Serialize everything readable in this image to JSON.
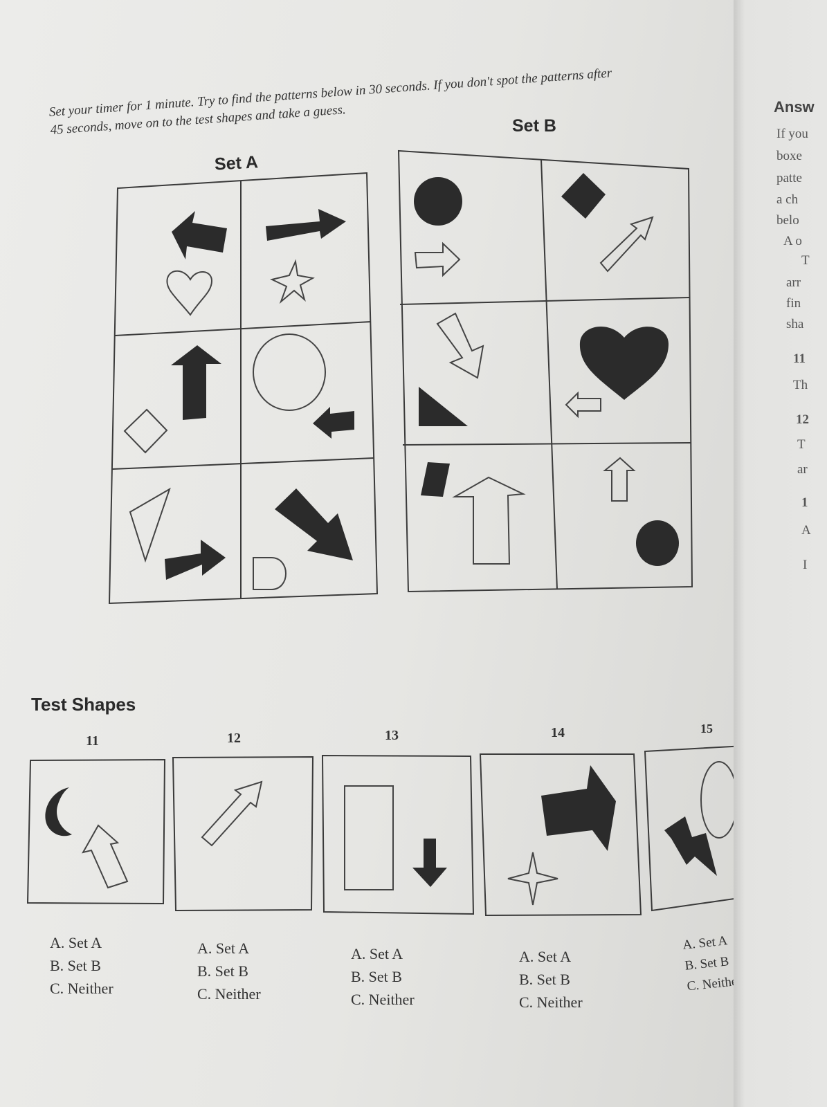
{
  "instructions": {
    "line1": "Set your timer for 1 minute. Try to find the patterns below in 30 seconds. If you don't spot the patterns after",
    "line2": "45 seconds, move on to the test shapes and take a guess."
  },
  "set_a": {
    "title": "Set A"
  },
  "set_b": {
    "title": "Set B"
  },
  "test_shapes": {
    "title": "Test Shapes",
    "items": [
      {
        "number": "11",
        "options": [
          "A.  Set A",
          "B.  Set B",
          "C.  Neither"
        ]
      },
      {
        "number": "12",
        "options": [
          "A.  Set A",
          "B.  Set B",
          "C.  Neither"
        ]
      },
      {
        "number": "13",
        "options": [
          "A.  Set A",
          "B.  Set B",
          "C.  Neither"
        ]
      },
      {
        "number": "14",
        "options": [
          "A.  Set A",
          "B.  Set B",
          "C.  Neither"
        ]
      },
      {
        "number": "15",
        "options": [
          "A.  Set A",
          "B.  Set B",
          "C.  Neither"
        ]
      }
    ]
  },
  "facing_page": {
    "heading": "Answ",
    "lines": [
      "If you",
      "boxe",
      "patte",
      "a ch",
      "belo",
      "A o",
      "T",
      "arr",
      "fin",
      "sha",
      "11",
      "Th",
      "12",
      "T",
      "ar",
      "1",
      "A",
      "I"
    ]
  },
  "colors": {
    "ink": "#2b2b2b",
    "outline": "#444444",
    "paper": "#e8e8e6"
  }
}
